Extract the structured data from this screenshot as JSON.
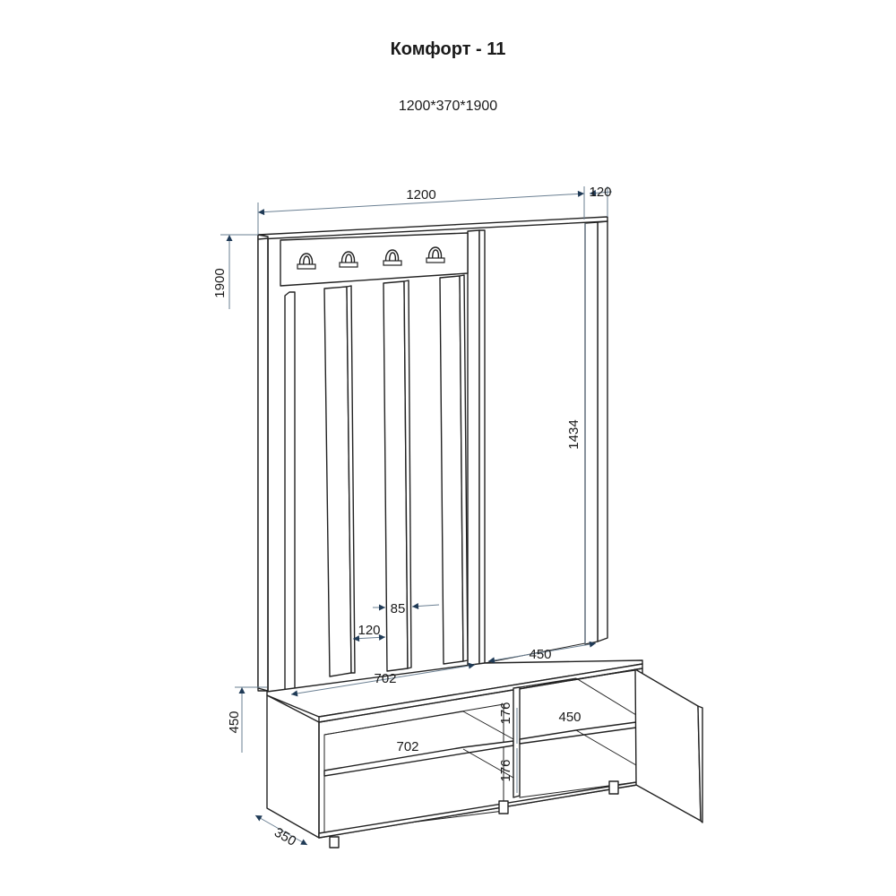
{
  "header": {
    "title": "Комфорт - 11",
    "size": "1200*370*1900"
  },
  "dimensions": {
    "width_top": "1200",
    "top_offset": "120",
    "height_total": "1900",
    "mirror_height": "1434",
    "hook_gap": "85",
    "slat_width": "120",
    "seat_width": "702",
    "seat_right_width": "450",
    "bench_height": "450",
    "shelf_height_upper": "176",
    "shelf_height_lower": "176",
    "shelf_right_width": "450",
    "shelf_left_width": "702",
    "depth": "350"
  },
  "colors": {
    "line": "#222222",
    "dimension_line": "#6a7f92",
    "arrow": "#1f3a56"
  }
}
